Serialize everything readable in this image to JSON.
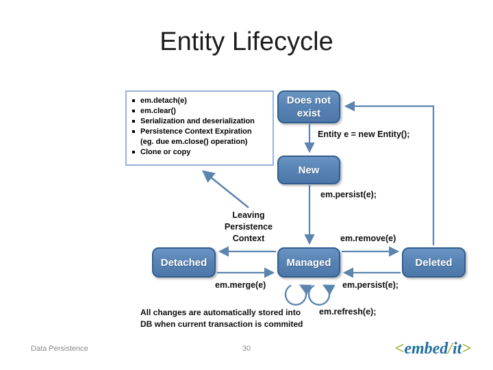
{
  "slide": {
    "title": "Entity Lifecycle"
  },
  "diagram": {
    "bullet_box": {
      "items": [
        {
          "text": "em.detach(e)"
        },
        {
          "text": "em.clear()"
        },
        {
          "text": "Serialization and deserialization"
        },
        {
          "text": "Persistence Context Expiration",
          "cont": "(eg. due em.close() operation)"
        },
        {
          "text": "Clone or copy"
        }
      ]
    },
    "states": {
      "does_not_exist": "Does not exist",
      "new_state": "New",
      "detached": "Detached",
      "managed": "Managed",
      "deleted": "Deleted"
    },
    "labels": {
      "entity_new": "Entity e = new Entity();",
      "persist_top": "em.persist(e);",
      "leaving": "Leaving Persistence Context",
      "remove": "em.remove(e)",
      "merge": "em.merge(e)",
      "persist_bottom": "em.persist(e);",
      "all_changes": "All changes are automatically stored into DB when current transaction is commited",
      "refresh": "em.refresh(e);"
    }
  },
  "footer": {
    "left": "Data Persistence",
    "page": "30",
    "logo": {
      "open": "<",
      "word1": "embed",
      "slash": "/",
      "word2": "it",
      "close": ">"
    }
  },
  "colors": {
    "state_fill": "#5884b5",
    "state_border": "#2f5d91",
    "connector": "#5b84ae",
    "bullet_box_border": "#95b3d7",
    "footer_text": "#8a8a8a",
    "logo_green": "#9ab23a",
    "logo_blue": "#1e6f9e"
  }
}
